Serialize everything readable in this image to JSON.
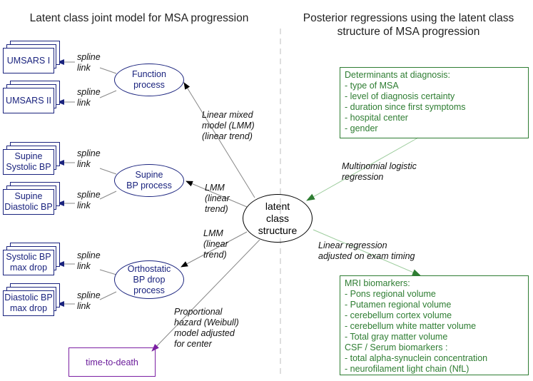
{
  "headings": {
    "left": "Latent class joint model for MSA progression",
    "right_line1": "Posterior regressions using the latent class",
    "right_line2": "structure of MSA progression"
  },
  "markers": [
    {
      "line1": "UMSARS I",
      "line2": ""
    },
    {
      "line1": "UMSARS II",
      "line2": ""
    },
    {
      "line1": "Supine",
      "line2": "Systolic BP"
    },
    {
      "line1": "Supine",
      "line2": "Diastolic BP"
    },
    {
      "line1": "Systolic BP",
      "line2": "max drop"
    },
    {
      "line1": "Diastolic BP",
      "line2": "max drop"
    }
  ],
  "spline_label": {
    "line1": "spline",
    "line2": "link"
  },
  "processes": [
    {
      "line1": "Function",
      "line2": "process",
      "line3": ""
    },
    {
      "line1": "Supine",
      "line2": "BP process",
      "line3": ""
    },
    {
      "line1": "Orthostatic",
      "line2": "BP drop",
      "line3": "process"
    }
  ],
  "latent": {
    "line1": "latent",
    "line2": "class",
    "line3": "structure"
  },
  "model_labels": {
    "lmm_full": [
      "Linear mixed",
      "model (LMM)",
      "(linear trend)"
    ],
    "lmm_short_1": [
      "LMM",
      "(linear",
      "trend)"
    ],
    "lmm_short_2": [
      "LMM",
      "(linear",
      "trend)"
    ],
    "survival": [
      "Proportional",
      "hazard (Weibull)",
      "model adjusted",
      "for center"
    ]
  },
  "time_to_death": "time-to-death",
  "regression_labels": {
    "multinomial": [
      "Multinomial logistic",
      "regression"
    ],
    "linear": [
      "Linear regression",
      "adjusted on exam timing"
    ]
  },
  "determinants": [
    "Determinants at diagnosis:",
    "- type of MSA",
    "- level of diagnosis certainty",
    "- duration since first symptoms",
    "- hospital center",
    "- gender"
  ],
  "biomarkers": [
    "MRI biomarkers:",
    "- Pons regional volume",
    "- Putamen regional volume",
    "- cerebellum cortex volume",
    "- cerebellum white matter volume",
    "- Total gray matter volume",
    "CSF / Serum biomarkers :",
    "- total alpha-synuclein concentration",
    "- neurofilament light chain (NfL)"
  ],
  "colors": {
    "marker": "#1a237e",
    "green": "#2e7d32",
    "purple": "#7b1fa2",
    "divider": "#bdbdbd"
  }
}
